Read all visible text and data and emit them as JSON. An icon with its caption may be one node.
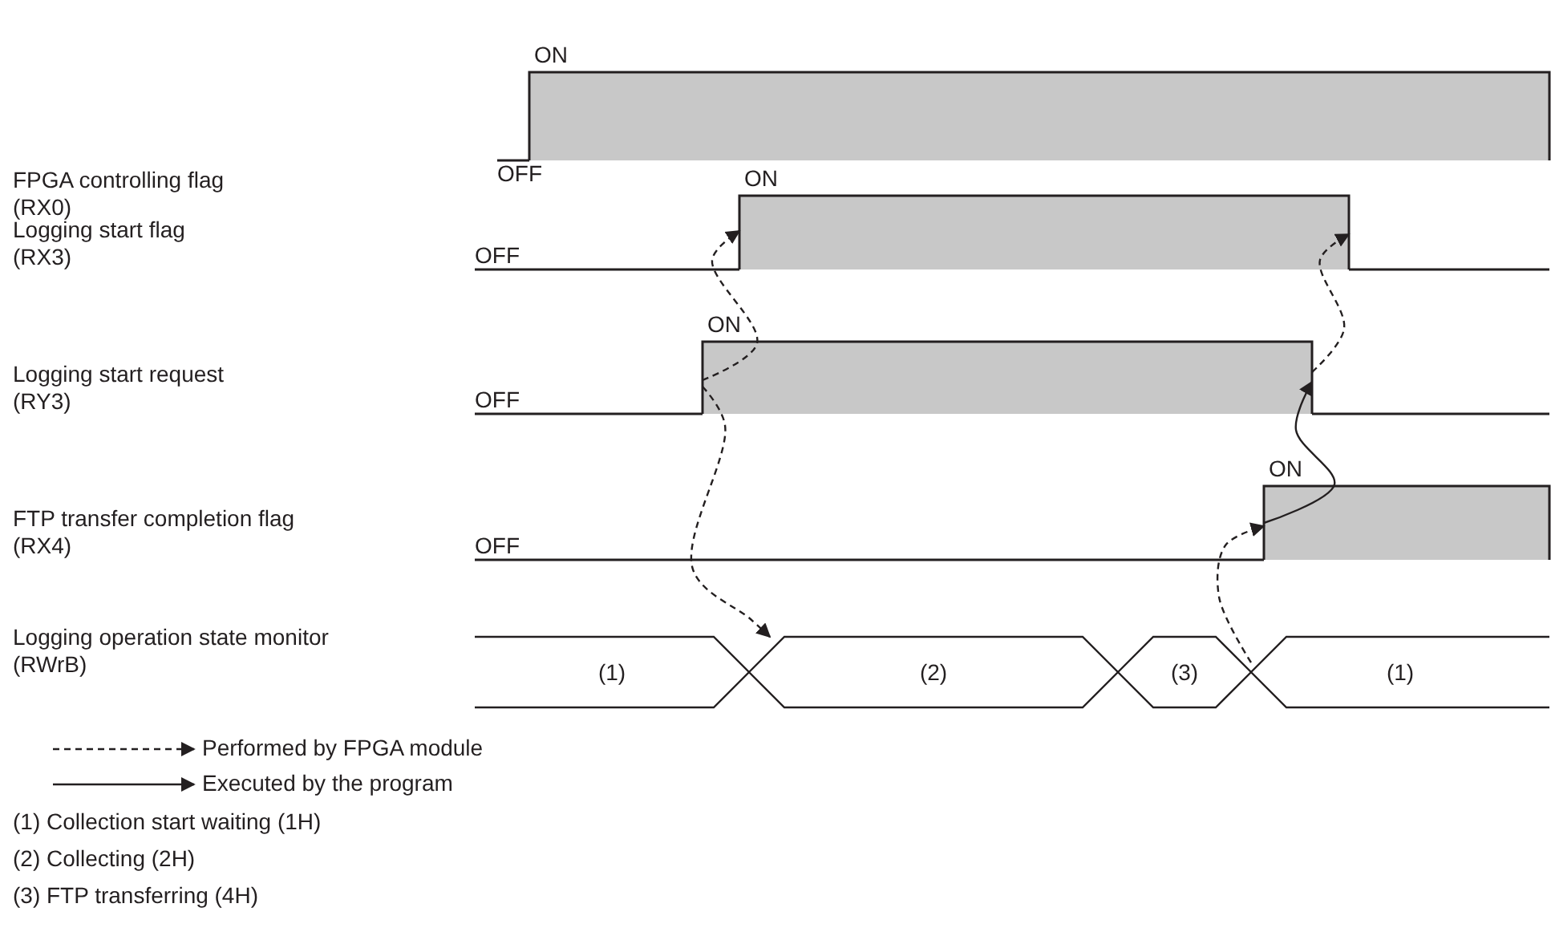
{
  "diagram": {
    "nodes": [
      {
        "text": [
          "ON"
        ]
      },
      {
        "text": [
          "ON"
        ]
      },
      {
        "text": [
          "ON"
        ]
      },
      {
        "text": [
          "ON"
        ]
      },
      {
        "text": [
          "(1)"
        ]
      },
      {
        "text": [
          "(2)"
        ]
      },
      {
        "text": [
          "(3)"
        ]
      },
      {
        "text": [
          "(1)"
        ]
      },
      {
        "text": [
          "OFF"
        ]
      },
      {
        "text": [
          "OFF"
        ]
      },
      {
        "text": [
          "OFF"
        ]
      },
      {
        "text": [
          "OFF"
        ]
      }
    ],
    "edges": [
      {
        "from": 2,
        "to": 1,
        "arrow": "to",
        "style": "dashed"
      },
      {
        "from": 2,
        "to": 5,
        "arrow": "to",
        "style": "dashed"
      },
      {
        "from": 2,
        "to": 1,
        "arrow": "to",
        "style": "dashed"
      },
      {
        "from": 3,
        "to": 2,
        "arrow": "to"
      },
      {
        "from": 6,
        "to": 3,
        "arrow": "to",
        "style": "dashed"
      },
      {
        "from": 8,
        "to": 0,
        "arrow": "none"
      },
      {
        "from": 9,
        "to": 1,
        "arrow": "none"
      },
      {
        "from": 10,
        "to": 2,
        "arrow": "none"
      },
      {
        "from": 11,
        "to": 3,
        "arrow": "none"
      }
    ],
    "labels": [
      "FPGA controlling flag (RX0)",
      "Logging start flag (RX3)",
      "Logging start request (RY3)",
      "FTP transfer completion flag (RX4)",
      "Logging operation state monitor (RWrB)",
      "(1) Collection start waiting (1H)",
      "(2) Collecting (2H)",
      "(3) FTP transferring (4H)"
    ],
    "legend": [
      {
        "text": "Performed by FPGA module"
      },
      {
        "text": "Executed by the program"
      }
    ]
  }
}
